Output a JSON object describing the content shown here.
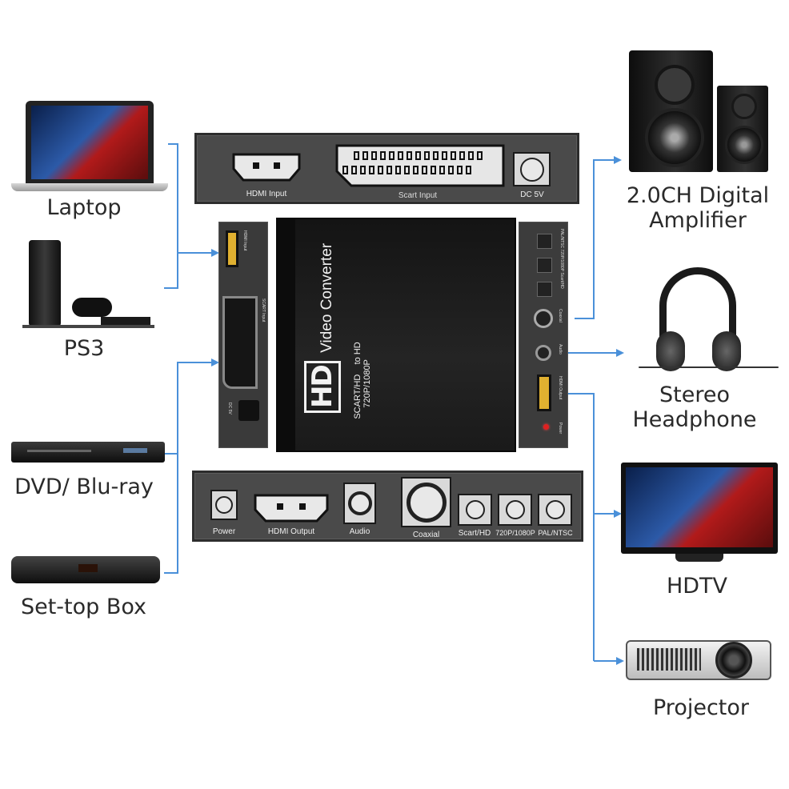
{
  "inputs": {
    "laptop": "Laptop",
    "ps3": "PS3",
    "dvd": "DVD/ Blu-ray",
    "settop": "Set-top Box"
  },
  "outputs": {
    "amplifier_line1": "2.0CH Digital",
    "amplifier_line2": "Amplifier",
    "headphone_line1": "Stereo",
    "headphone_line2": "Headphone",
    "hdtv": "HDTV",
    "projector": "Projector"
  },
  "top_panel": {
    "hdmi_input": "HDMI Input",
    "scart_input": "Scart Input",
    "dc5v": "DC 5V"
  },
  "bottom_panel": {
    "power": "Power",
    "hdmi_output": "HDMI Output",
    "audio": "Audio",
    "coaxial": "Coaxial",
    "scart_hd": "Scart/HD",
    "res": "720P/1080P",
    "palntsc": "PAL/NTSC"
  },
  "device": {
    "logo": "HD",
    "title": "Video Converter",
    "sub1": "SCART/HD    to HD",
    "sub2": "720P/1080P"
  },
  "side_left": {
    "hdmi": "HDMI Input",
    "scart": "SCART Input",
    "dc": "DC 5V"
  },
  "side_right": {
    "palntsc": "PAL/NTSC",
    "res": "720P/1080P",
    "scarthd": "Scart/HD",
    "coaxial": "Coaxial",
    "audio": "Audio",
    "hdmiout": "HDMI Output",
    "power": "Power"
  },
  "colors": {
    "arrow": "#4a90d9",
    "panel": "#4a4a4a",
    "device": "#1f1f1f",
    "label": "#2a2a2a"
  }
}
